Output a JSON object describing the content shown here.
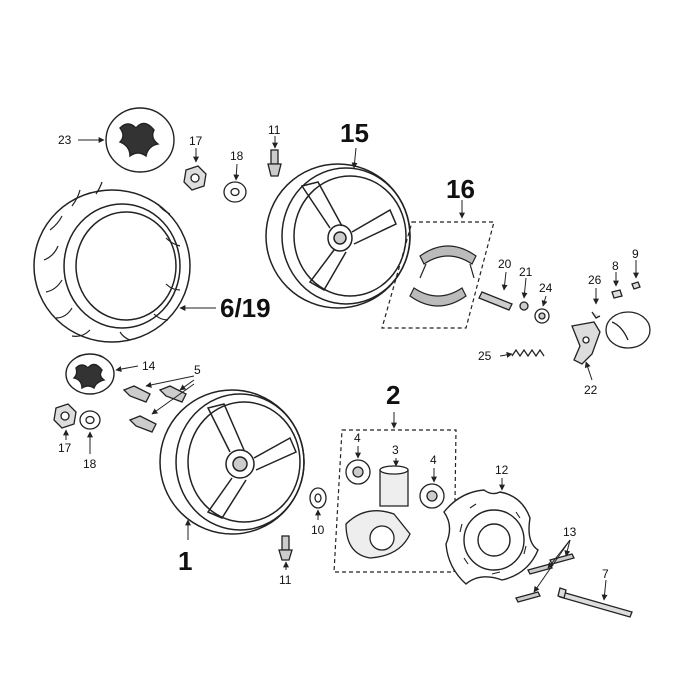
{
  "diagram": {
    "labels": {
      "l23": "23",
      "l17a": "17",
      "l18a": "18",
      "l11a": "11",
      "l15": "15",
      "l619": "6/19",
      "l16": "16",
      "l20": "20",
      "l21": "21",
      "l24": "24",
      "l26": "26",
      "l8": "8",
      "l9": "9",
      "l25": "25",
      "l22": "22",
      "l14": "14",
      "l5": "5",
      "l17b": "17",
      "l18b": "18",
      "l2": "2",
      "l4a": "4",
      "l3": "3",
      "l4b": "4",
      "l12": "12",
      "l10": "10",
      "l1": "1",
      "l11b": "11",
      "l13": "13",
      "l7": "7"
    }
  }
}
